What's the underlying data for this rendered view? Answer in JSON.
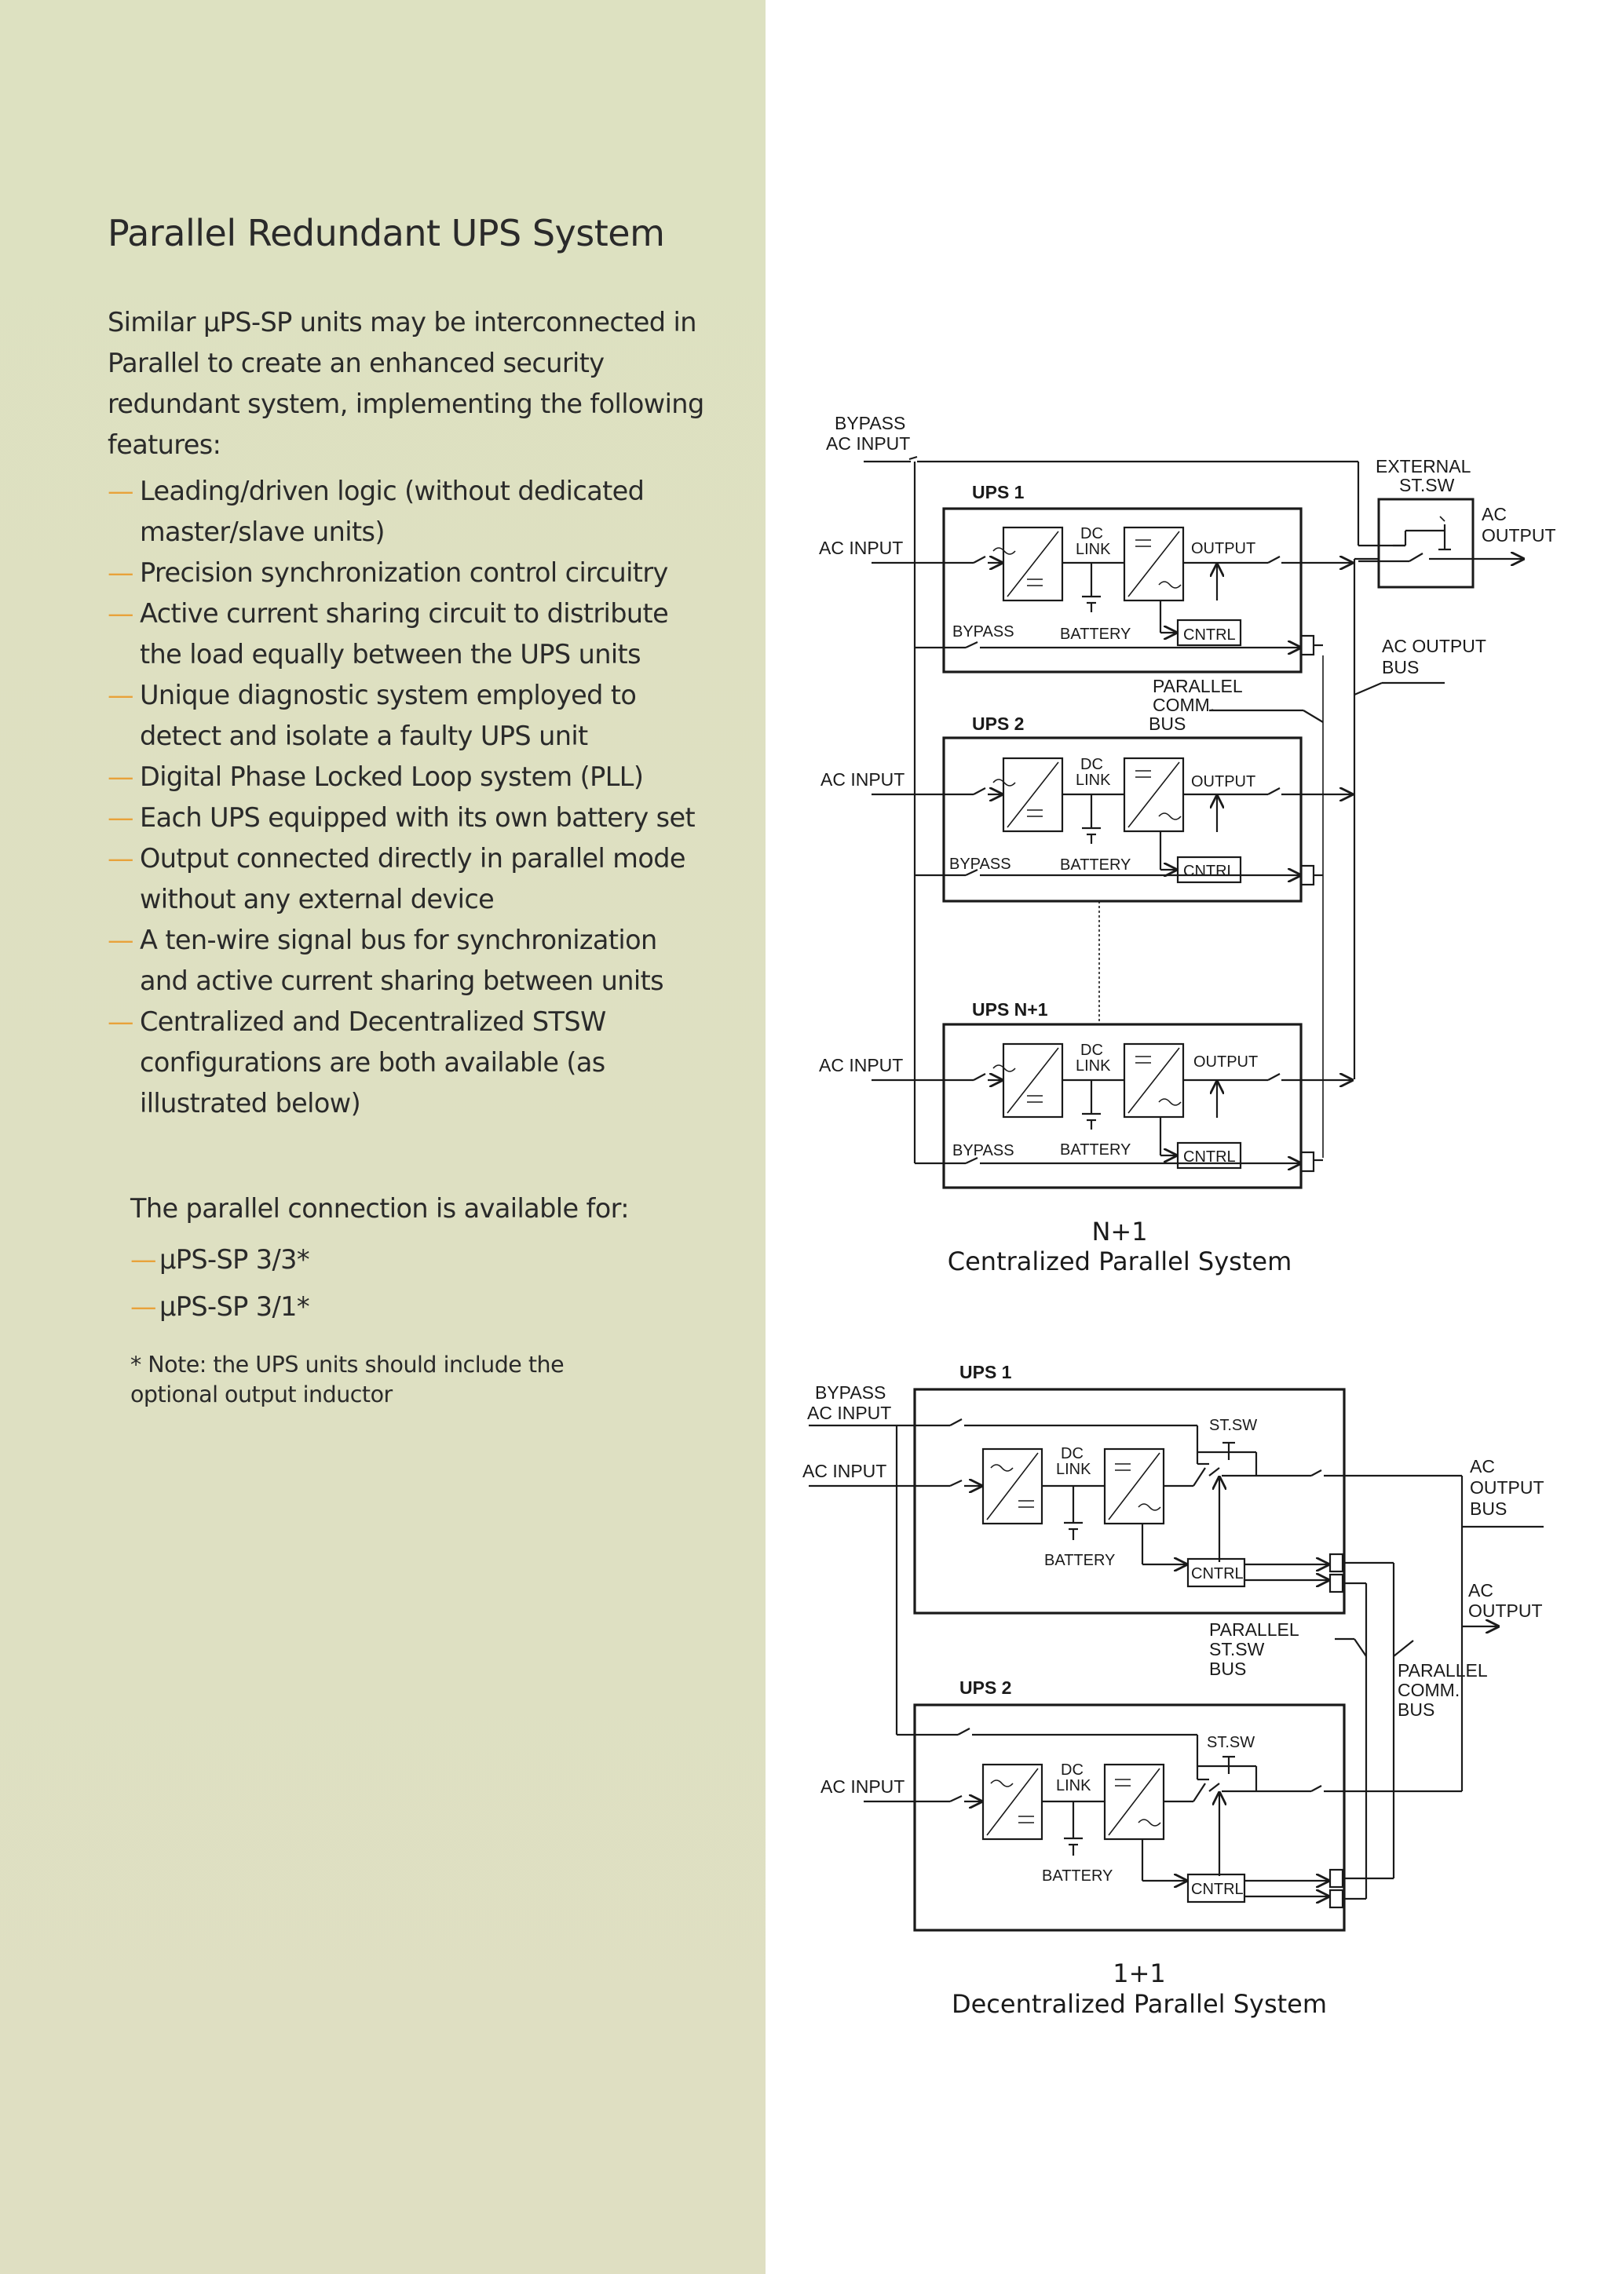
{
  "page": {
    "title": "Parallel Redundant UPS System",
    "intro": "Similar µPS-SP units may be interconnected in Parallel to create an enhanced security redundant system, implementing the following features:",
    "features": [
      "Leading/driven logic (without dedicated master/slave units)",
      "Precision synchronization control circuitry",
      "Active current sharing circuit to distribute the load equally between the UPS units",
      "Unique diagnostic system employed to detect and isolate a faulty UPS unit",
      "Digital Phase Locked Loop system (PLL)",
      "Each UPS equipped with its own battery set",
      "Output connected directly in parallel mode without any external device",
      "A ten-wire signal bus for synchronization and active current sharing between units",
      "Centralized and Decentralized STSW configurations are both available (as illustrated below)"
    ],
    "availability_text": "The parallel connection is available for:",
    "models": [
      "µPS-SP 3/3*",
      "µPS-SP 3/1*"
    ],
    "note": "* Note: the UPS units should include the optional output inductor",
    "bullet_char": "—",
    "accent_color": "#e8a23a",
    "panel_color": "#dde1c1"
  },
  "diagram1": {
    "bypass_line1": "BYPASS",
    "bypass_line2": "AC INPUT",
    "external_line1": "EXTERNAL",
    "external_line2": "ST.SW",
    "ac_output_line1": "AC",
    "ac_output_line2": "OUTPUT",
    "ac_output_bus_line1": "AC OUTPUT",
    "ac_output_bus_line2": "BUS",
    "parallel_line1": "PARALLEL",
    "parallel_line2": "COMM.",
    "parallel_line3": "BUS",
    "units": [
      {
        "name": "UPS 1",
        "ac_input": "AC INPUT",
        "dc_line1": "DC",
        "dc_line2": "LINK",
        "output": "OUTPUT",
        "bypass": "BYPASS",
        "battery": "BATTERY",
        "cntrl": "CNTRL"
      },
      {
        "name": "UPS 2",
        "ac_input": "AC INPUT",
        "dc_line1": "DC",
        "dc_line2": "LINK",
        "output": "OUTPUT",
        "bypass": "BYPASS",
        "battery": "BATTERY",
        "cntrl": "CNTRL"
      },
      {
        "name": "UPS N+1",
        "ac_input": "AC INPUT",
        "dc_line1": "DC",
        "dc_line2": "LINK",
        "output": "OUTPUT",
        "bypass": "BYPASS",
        "battery": "BATTERY",
        "cntrl": "CNTRL"
      }
    ],
    "caption_line1": "N+1",
    "caption_line2": "Centralized Parallel System"
  },
  "diagram2": {
    "bypass_line1": "BYPASS",
    "bypass_line2": "AC INPUT",
    "ac_output_bus_line1": "AC",
    "ac_output_bus_line2": "OUTPUT",
    "ac_output_bus_line3": "BUS",
    "ac_output_line1": "AC",
    "ac_output_line2": "OUTPUT",
    "parallel_stsw_line1": "PARALLEL",
    "parallel_stsw_line2": "ST.SW",
    "parallel_stsw_line3": "BUS",
    "parallel_comm_line1": "PARALLEL",
    "parallel_comm_line2": "COMM.",
    "parallel_comm_line3": "BUS",
    "units": [
      {
        "name": "UPS 1",
        "ac_input": "AC INPUT",
        "stsw": "ST.SW",
        "dc_line1": "DC",
        "dc_line2": "LINK",
        "battery": "BATTERY",
        "cntrl": "CNTRL"
      },
      {
        "name": "UPS 2",
        "ac_input": "AC INPUT",
        "stsw": "ST.SW",
        "dc_line1": "DC",
        "dc_line2": "LINK",
        "battery": "BATTERY",
        "cntrl": "CNTRL"
      }
    ],
    "caption_line1": "1+1",
    "caption_line2": "Decentralized Parallel System"
  }
}
